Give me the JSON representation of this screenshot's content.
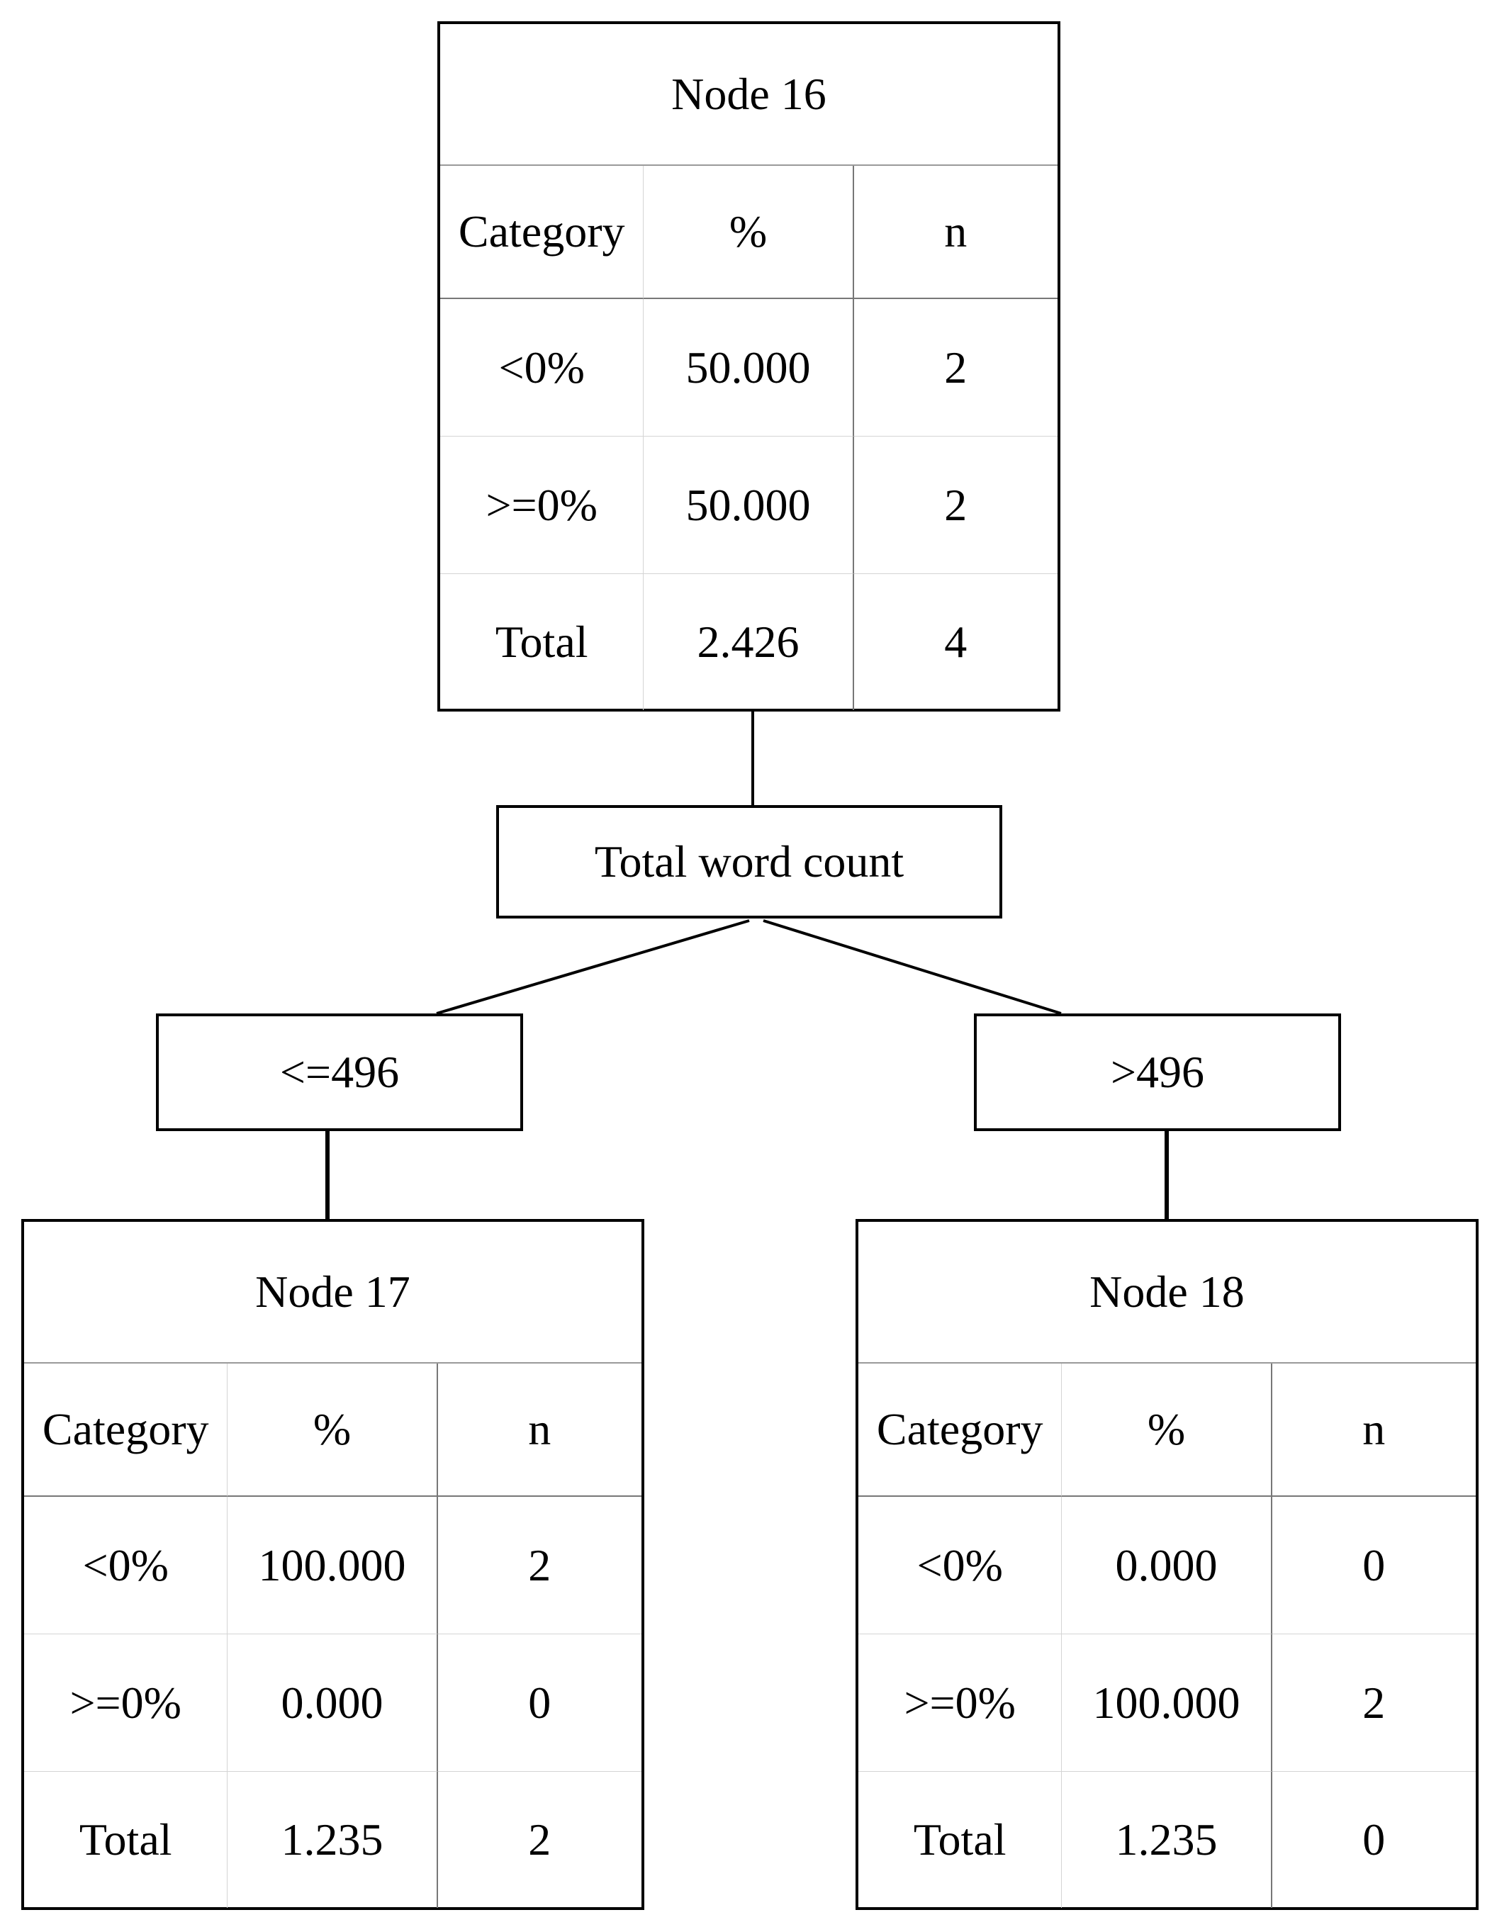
{
  "tree": {
    "root": {
      "title": "Node 16",
      "headers": [
        "Category",
        "%",
        "n"
      ],
      "rows": [
        {
          "category": "<0%",
          "percent": "50.000",
          "n": "2"
        },
        {
          "category": ">=0%",
          "percent": "50.000",
          "n": "2"
        },
        {
          "category": "Total",
          "percent": "2.426",
          "n": "4"
        }
      ]
    },
    "split": {
      "variable": "Total word count",
      "left_label": "<=496",
      "right_label": ">496"
    },
    "left": {
      "title": "Node 17",
      "headers": [
        "Category",
        "%",
        "n"
      ],
      "rows": [
        {
          "category": "<0%",
          "percent": "100.000",
          "n": "2"
        },
        {
          "category": ">=0%",
          "percent": "0.000",
          "n": "0"
        },
        {
          "category": "Total",
          "percent": "1.235",
          "n": "2"
        }
      ]
    },
    "right": {
      "title": "Node 18",
      "headers": [
        "Category",
        "%",
        "n"
      ],
      "rows": [
        {
          "category": "<0%",
          "percent": "0.000",
          "n": "0"
        },
        {
          "category": ">=0%",
          "percent": "100.000",
          "n": "2"
        },
        {
          "category": "Total",
          "percent": "1.235",
          "n": "0"
        }
      ]
    }
  }
}
